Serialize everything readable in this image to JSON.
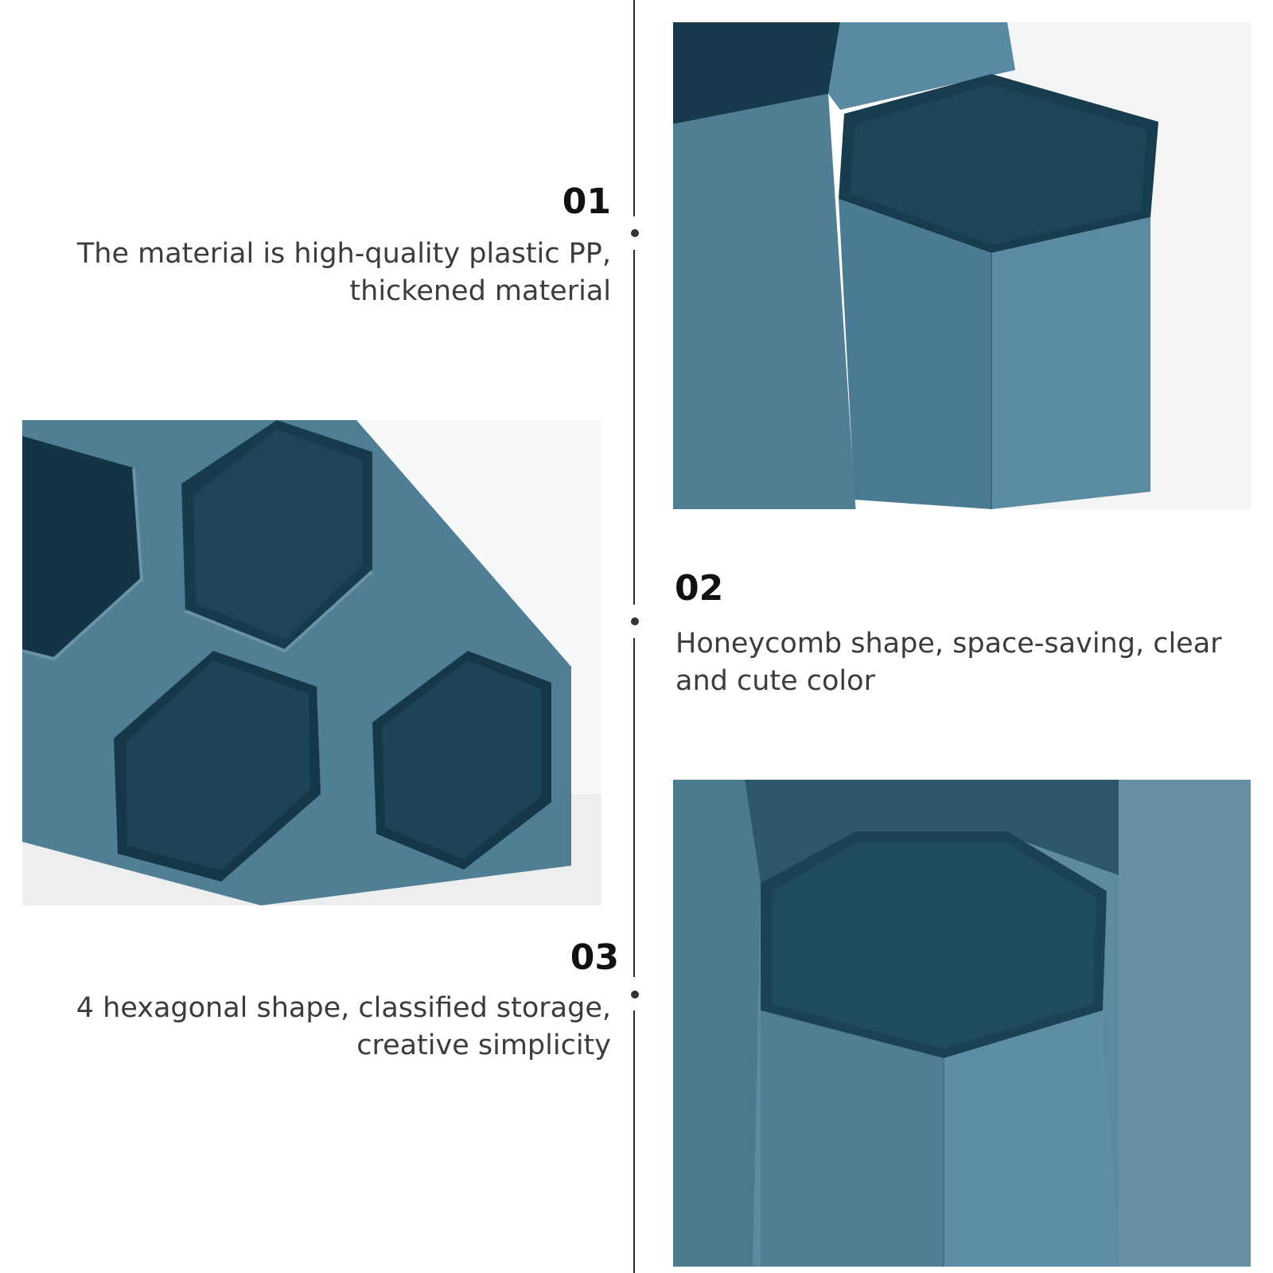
{
  "features": [
    {
      "number": "01",
      "text_lines": [
        "The material is high-quality plastic PP,",
        "thickened material"
      ]
    },
    {
      "number": "02",
      "text_lines": [
        "Honeycomb shape, space-saving, clear",
        "and cute color"
      ]
    },
    {
      "number": "03",
      "text_lines": [
        "4 hexagonal shape, classified storage,",
        "creative simplicity"
      ]
    }
  ],
  "colors": {
    "product_blue": "#4f7e95",
    "product_shadow": "#143445",
    "product_light": "#6a93a6",
    "background": "#ffffff",
    "text": "#3c3c3c",
    "number": "#111111"
  },
  "images": [
    {
      "subject": "hexagon-organizer-closeup-top"
    },
    {
      "subject": "hexagon-organizer-cells-angled"
    },
    {
      "subject": "hexagon-organizer-closeup-single-cell"
    }
  ]
}
